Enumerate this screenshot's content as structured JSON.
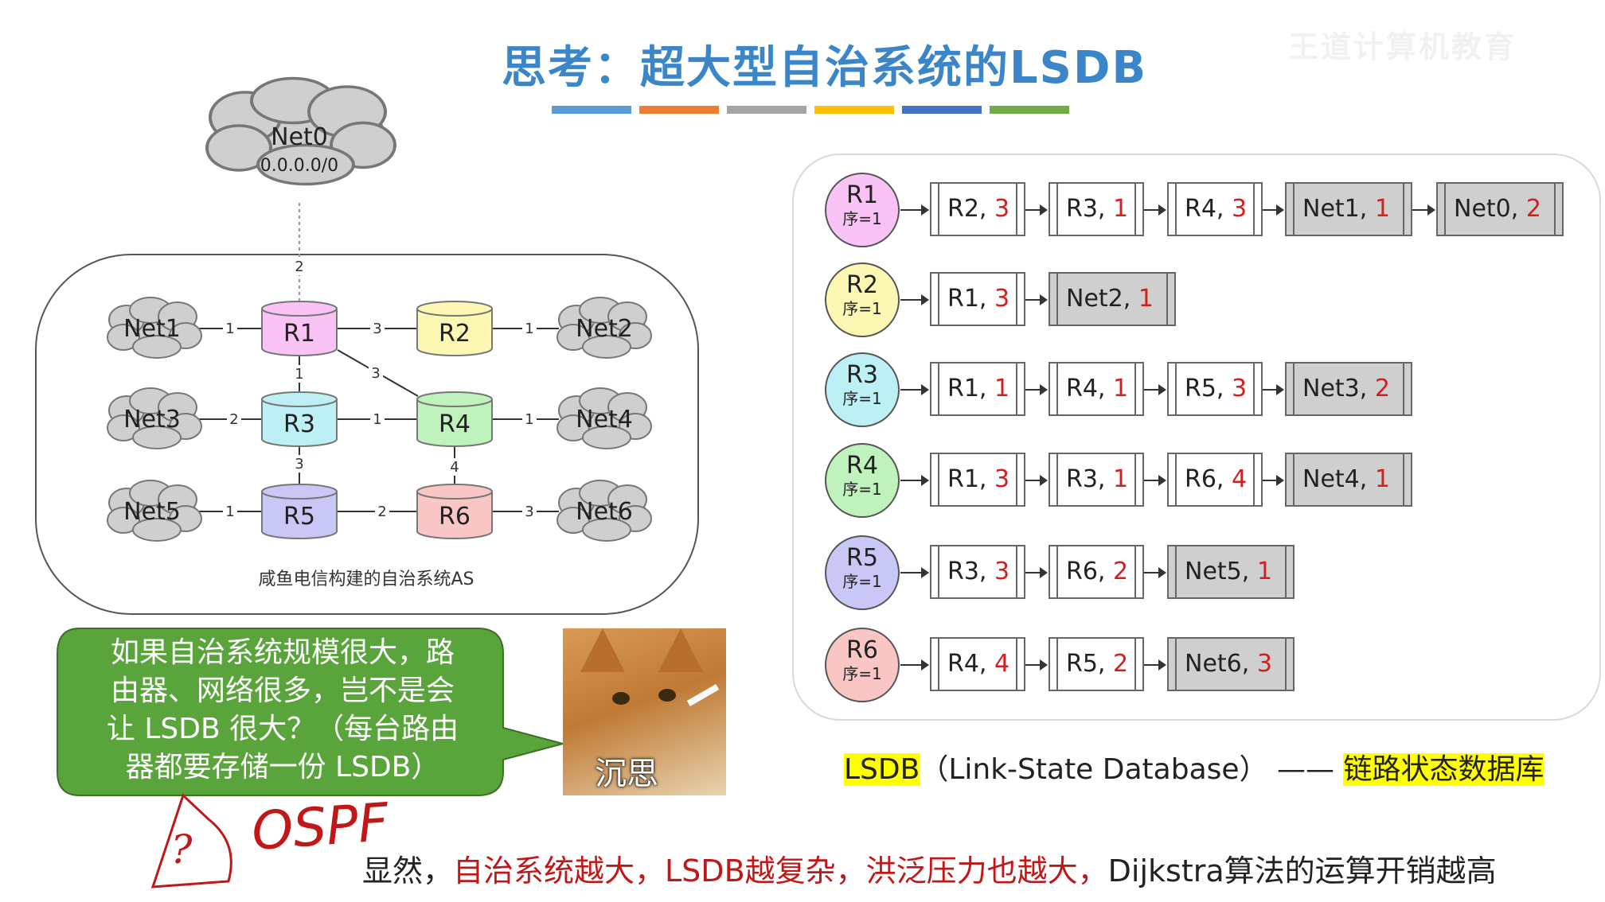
{
  "title": "思考：超大型自治系统的LSDB",
  "title_bar_colors": [
    "#5b9bd5",
    "#ed7d31",
    "#a5a5a5",
    "#ffc000",
    "#4472c4",
    "#70ad47"
  ],
  "watermark": "王道计算机教育",
  "topology": {
    "caption": "咸鱼电信构建的自治系统AS",
    "net0": {
      "name": "Net0",
      "addr": "0.0.0.0/0"
    },
    "routers": [
      {
        "id": "R1",
        "color": "#f9c3f5"
      },
      {
        "id": "R2",
        "color": "#fdf7b4"
      },
      {
        "id": "R3",
        "color": "#bdf0f4"
      },
      {
        "id": "R4",
        "color": "#bff2bc"
      },
      {
        "id": "R5",
        "color": "#c9c7f5"
      },
      {
        "id": "R6",
        "color": "#f9c5c5"
      }
    ],
    "nets": [
      "Net1",
      "Net2",
      "Net3",
      "Net4",
      "Net5",
      "Net6"
    ],
    "link_costs": {
      "net0_r1": "2",
      "net1_r1": "1",
      "r1_r2": "3",
      "r2_net2": "1",
      "r1_r3": "1",
      "r1_r4": "3",
      "net3_r3": "2",
      "r3_r4": "1",
      "r4_net4": "1",
      "r3_r5": "3",
      "r4_r6": "4",
      "net5_r5": "1",
      "r5_r6": "2",
      "r6_net6": "3"
    }
  },
  "lsdb": {
    "rows": [
      {
        "router": "R1",
        "seq": "序=1",
        "color": "#f9c3f5",
        "entries": [
          {
            "name": "R2, ",
            "cost": "3",
            "net": false
          },
          {
            "name": "R3, ",
            "cost": "1",
            "net": false
          },
          {
            "name": "R4, ",
            "cost": "3",
            "net": false
          },
          {
            "name": "Net1, ",
            "cost": "1",
            "net": true
          },
          {
            "name": "Net0, ",
            "cost": "2",
            "net": true
          }
        ]
      },
      {
        "router": "R2",
        "seq": "序=1",
        "color": "#fdf7b4",
        "entries": [
          {
            "name": "R1, ",
            "cost": "3",
            "net": false
          },
          {
            "name": "Net2, ",
            "cost": "1",
            "net": true
          }
        ]
      },
      {
        "router": "R3",
        "seq": "序=1",
        "color": "#bdf0f4",
        "entries": [
          {
            "name": "R1, ",
            "cost": "1",
            "net": false
          },
          {
            "name": "R4, ",
            "cost": "1",
            "net": false
          },
          {
            "name": "R5, ",
            "cost": "3",
            "net": false
          },
          {
            "name": "Net3, ",
            "cost": "2",
            "net": true
          }
        ]
      },
      {
        "router": "R4",
        "seq": "序=1",
        "color": "#bff2bc",
        "entries": [
          {
            "name": "R1, ",
            "cost": "3",
            "net": false
          },
          {
            "name": "R3, ",
            "cost": "1",
            "net": false
          },
          {
            "name": "R6, ",
            "cost": "4",
            "net": false
          },
          {
            "name": "Net4, ",
            "cost": "1",
            "net": true
          }
        ]
      },
      {
        "router": "R5",
        "seq": "序=1",
        "color": "#c9c7f5",
        "entries": [
          {
            "name": "R3, ",
            "cost": "3",
            "net": false
          },
          {
            "name": "R6, ",
            "cost": "2",
            "net": false
          },
          {
            "name": "Net5, ",
            "cost": "1",
            "net": true
          }
        ]
      },
      {
        "router": "R6",
        "seq": "序=1",
        "color": "#f9c5c5",
        "entries": [
          {
            "name": "R4, ",
            "cost": "4",
            "net": false
          },
          {
            "name": "R5, ",
            "cost": "2",
            "net": false
          },
          {
            "name": "Net6, ",
            "cost": "3",
            "net": true
          }
        ]
      }
    ]
  },
  "lsdb_definition": {
    "abbr": "LSDB",
    "full": "（Link-State Database）",
    "dash": " —— ",
    "cn": "链路状态数据库"
  },
  "speech_bubble": {
    "lines": [
      "如果自治系统规模很大，路",
      "由器、网络很多，岂不是会",
      "让 LSDB 很大？（每台路由",
      "器都要存储一份 LSDB）"
    ],
    "color": "#5aa43c"
  },
  "meme": {
    "caption": "沉思"
  },
  "handwriting": {
    "mark": "?",
    "text": "OSPF"
  },
  "note": {
    "prefix": "显然，",
    "red": "自治系统越大，LSDB越复杂，洪泛压力也越大，",
    "suffix": "Dijkstra算法的运算开销越高"
  }
}
